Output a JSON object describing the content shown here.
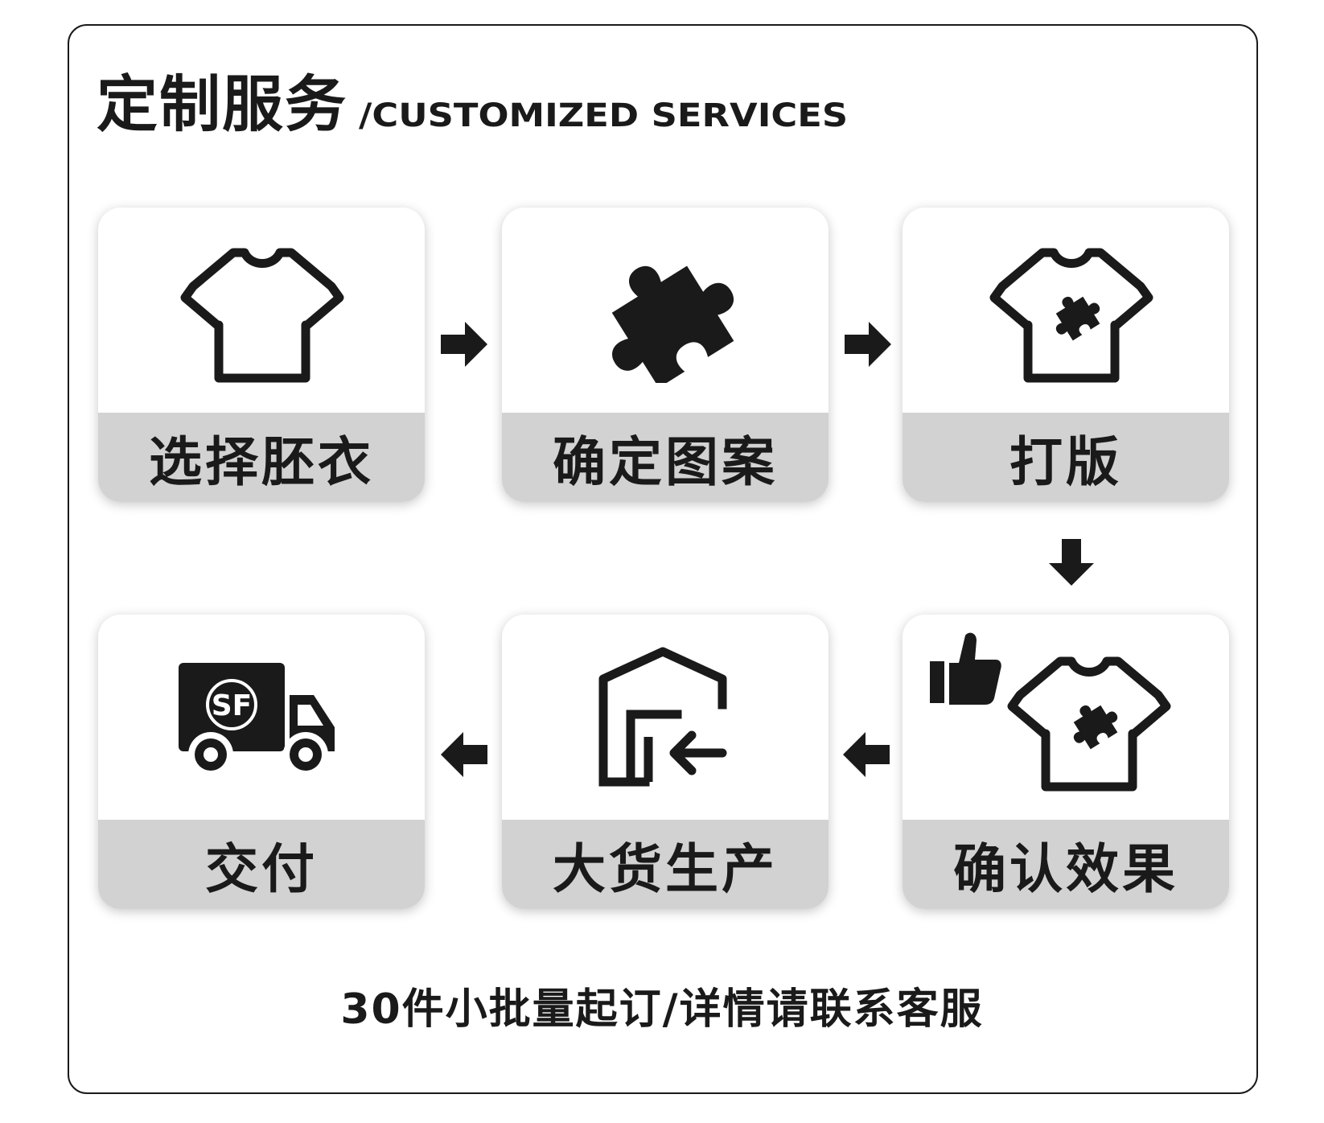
{
  "header": {
    "title_cn": "定制服务",
    "title_en": "/CUSTOMIZED SERVICES"
  },
  "steps": [
    {
      "label": "选择胚衣",
      "icon": "tshirt-icon"
    },
    {
      "label": "确定图案",
      "icon": "puzzle-icon"
    },
    {
      "label": "打版",
      "icon": "tshirt-puzzle-icon"
    },
    {
      "label": "确认效果",
      "icon": "thumbs-up-tshirt-icon"
    },
    {
      "label": "大货生产",
      "icon": "warehouse-icon"
    },
    {
      "label": "交付",
      "icon": "delivery-truck-icon"
    }
  ],
  "truck_logo": "SF",
  "footer": {
    "note": "30件小批量起订/详情请联系客服"
  },
  "colors": {
    "ink": "#1a1a1a",
    "label_bar": "#d2d2d2",
    "background": "#ffffff"
  }
}
